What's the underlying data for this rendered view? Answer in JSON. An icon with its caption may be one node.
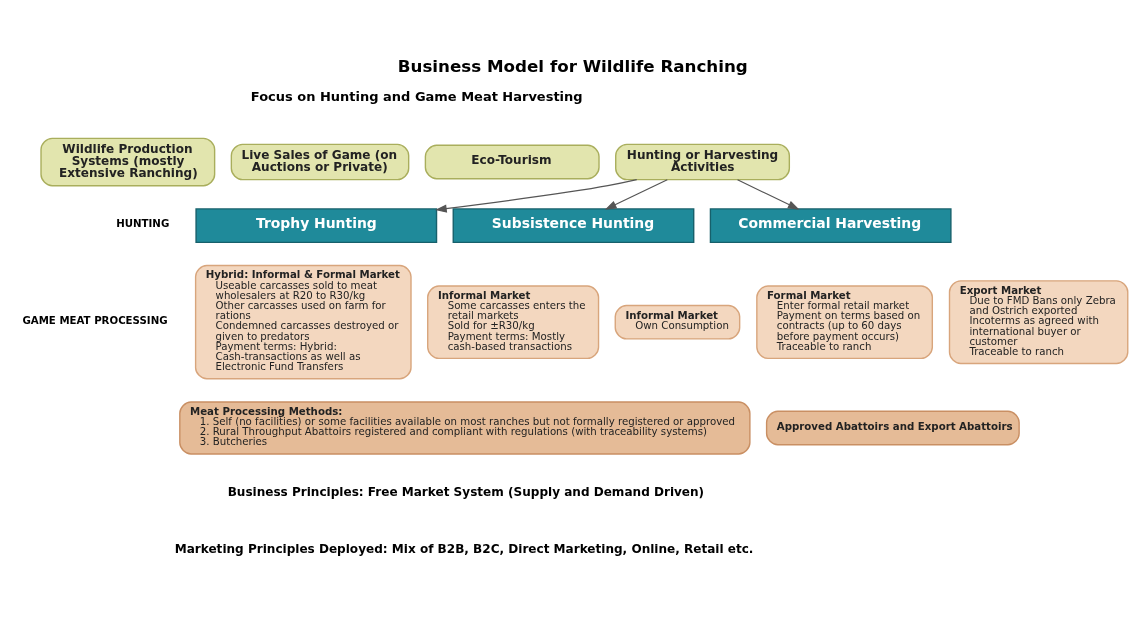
{
  "diagram": {
    "title": "Business Model for Wildlife Ranching",
    "nodes": [
      {
        "text": [
          "Wildlife Production Systems (mostly Extensive Ranching)"
        ]
      },
      {
        "text": [
          "Live Sales of Game (on Auctions or Private)"
        ]
      },
      {
        "text": [
          "Eco-Tourism"
        ]
      },
      {
        "text": [
          "Hunting or Harvesting Activities"
        ]
      },
      {
        "text": [
          "Trophy Hunting"
        ]
      },
      {
        "text": [
          "Subsistence Hunting"
        ]
      },
      {
        "text": [
          "Commercial Harvesting"
        ]
      },
      {
        "text": [
          "Hybrid: Informal & Formal Market",
          "Useable carcasses sold to meat wholesalers at R20 to R30/kg",
          "Other carcasses used on farm for rations",
          "Condemned carcasses destroyed or given to predators",
          "Payment terms: Hybrid: Cash-transactions as well as Electronic Fund Transfers"
        ]
      },
      {
        "text": [
          "Informal Market",
          "Some carcasses enters the retail markets",
          "Sold for ±R30/kg",
          "Payment terms: Mostly cash-based transactions"
        ]
      },
      {
        "text": [
          "Informal Market",
          "Own Consumption"
        ]
      },
      {
        "text": [
          "Formal Market",
          "Enter formal retail market",
          "Payment on terms based on contracts (up to 60 days before payment occurs)",
          "Traceable to ranch"
        ]
      },
      {
        "text": [
          "Export Market",
          "Due to FMD Bans only Zebra and Ostrich exported",
          "Incoterms as agreed with international buyer or customer",
          "Traceable to ranch"
        ]
      },
      {
        "text": [
          "Meat Processing Methods:",
          "1. Self (no facilities) or some facilities available on most ranches but not formally registered or approved",
          "2. Rural Throughput Abattoirs registered and compliant with regulations (with traceability systems)",
          "3. Butcheries"
        ]
      },
      {
        "text": [
          "Approved Abattoirs and Export Abattoirs"
        ]
      }
    ],
    "edges": [
      {
        "from": 3,
        "to": 4,
        "arrow": "to"
      },
      {
        "from": 3,
        "to": 5,
        "arrow": "to"
      },
      {
        "from": 3,
        "to": 6,
        "arrow": "to"
      }
    ],
    "labels": [
      "Focus on Hunting and Game Meat Harvesting",
      "HUNTING",
      "GAME MEAT PROCESSING",
      "Business Principles: Free Market System (Supply and Demand Driven)",
      "Marketing Principles Deployed: Mix of B2B, B2C, Direct Marketing, Online, Retail etc."
    ]
  }
}
